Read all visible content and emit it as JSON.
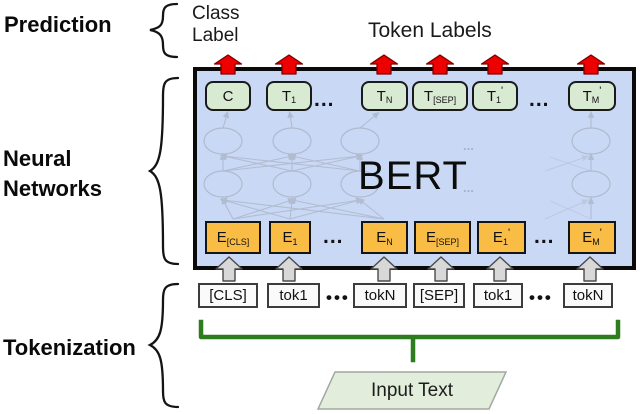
{
  "labels": {
    "prediction": "Prediction",
    "neural_networks": "Neural\nNetworks",
    "tokenization": "Tokenization",
    "class_label": "Class\nLabel",
    "token_labels": "Token Labels",
    "input_text": "Input Text"
  },
  "bert": {
    "title": "BERT",
    "inner_ellipsis": "...",
    "t_boxes": [
      {
        "main": "C",
        "sub": "",
        "prime": ""
      },
      {
        "main": "T",
        "sub": "1",
        "prime": ""
      },
      {
        "main": "T",
        "sub": "N",
        "prime": ""
      },
      {
        "main": "T",
        "sub": "[SEP]",
        "prime": ""
      },
      {
        "main": "T",
        "sub": "1",
        "prime": "'"
      },
      {
        "main": "T",
        "sub": "M",
        "prime": "'"
      }
    ],
    "t_row_ellipsis": "...",
    "e_boxes": [
      {
        "main": "E",
        "sub": "[CLS]",
        "prime": ""
      },
      {
        "main": "E",
        "sub": "1",
        "prime": ""
      },
      {
        "main": "E",
        "sub": "N",
        "prime": ""
      },
      {
        "main": "E",
        "sub": "[SEP]",
        "prime": ""
      },
      {
        "main": "E",
        "sub": "1",
        "prime": "'"
      },
      {
        "main": "E",
        "sub": "M",
        "prime": "'"
      }
    ],
    "e_row_ellipsis": "..."
  },
  "tokens": {
    "items": [
      "[CLS]",
      "tok1",
      "tokN",
      "[SEP]",
      "tok1",
      "tokN"
    ],
    "ellipsis": "•••"
  },
  "colors": {
    "box_background": "#c9d8f5",
    "t_box_fill": "#d9ead3",
    "e_box_fill": "#f9bc45",
    "token_box_fill": "#fafafa",
    "red_arrow": "#ee0000",
    "gray_arrow": "#d8d8d8",
    "bracket_green": "#2d7c1e",
    "input_shape_fill": "#e2eedb",
    "network_lines": "#b0bace"
  }
}
